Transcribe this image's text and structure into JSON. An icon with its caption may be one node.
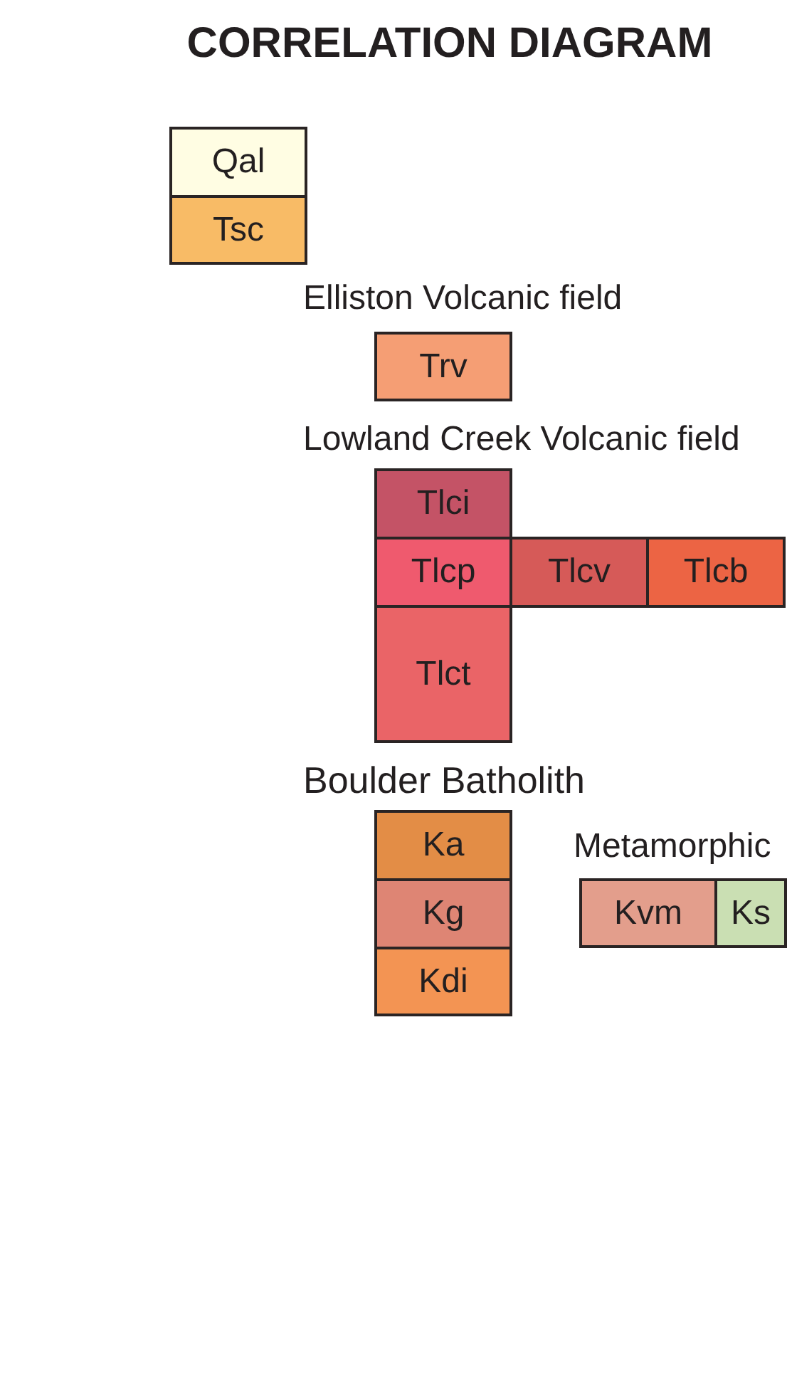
{
  "diagram": {
    "title": "CORRELATION DIAGRAM",
    "nodes": [
      {
        "text": [
          "Qal"
        ]
      },
      {
        "text": [
          "Tsc"
        ]
      },
      {
        "text": [
          "Trv"
        ]
      },
      {
        "text": [
          "Tlci"
        ]
      },
      {
        "text": [
          "Tlcp"
        ]
      },
      {
        "text": [
          "Tlcv"
        ]
      },
      {
        "text": [
          "Tlcb"
        ]
      },
      {
        "text": [
          "Tlct"
        ]
      },
      {
        "text": [
          "Ka"
        ]
      },
      {
        "text": [
          "Kg"
        ]
      },
      {
        "text": [
          "Kdi"
        ]
      },
      {
        "text": [
          "Kvm"
        ]
      },
      {
        "text": [
          "Ks"
        ]
      }
    ],
    "labels": [
      "Elliston Volcanic field",
      "Lowland Creek Volcanic field",
      "Boulder Batholith",
      "Metamorphic"
    ]
  }
}
